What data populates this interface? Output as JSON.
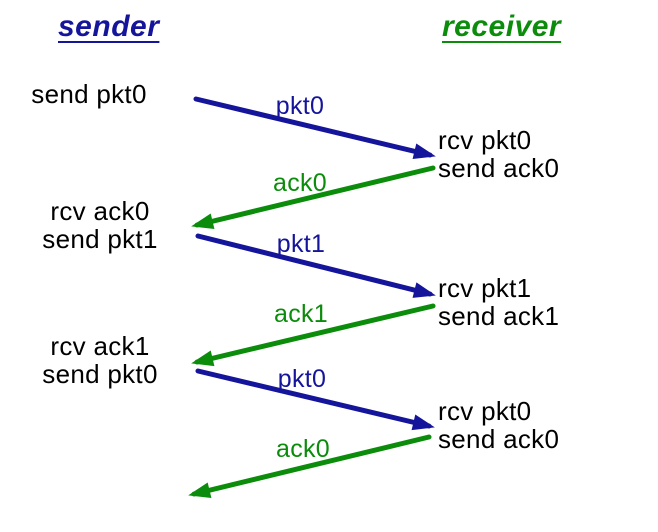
{
  "headers": {
    "sender": "sender",
    "receiver": "receiver"
  },
  "colors": {
    "packet_blue": "#15159B",
    "ack_green": "#0B8C0B",
    "event_text": "#000000",
    "background": "#FFFFFF"
  },
  "sender_events": [
    {
      "lines": [
        "send pkt0"
      ]
    },
    {
      "lines": [
        "rcv ack0",
        "send pkt1"
      ]
    },
    {
      "lines": [
        "rcv ack1",
        "send pkt0"
      ]
    }
  ],
  "receiver_events": [
    {
      "lines": [
        "rcv pkt0",
        "send ack0"
      ]
    },
    {
      "lines": [
        "rcv pkt1",
        "send ack1"
      ]
    },
    {
      "lines": [
        "rcv pkt0",
        "send ack0"
      ]
    }
  ],
  "messages": [
    {
      "label": "pkt0",
      "kind": "packet",
      "from": "sender",
      "to": "receiver"
    },
    {
      "label": "ack0",
      "kind": "ack",
      "from": "receiver",
      "to": "sender"
    },
    {
      "label": "pkt1",
      "kind": "packet",
      "from": "sender",
      "to": "receiver"
    },
    {
      "label": "ack1",
      "kind": "ack",
      "from": "receiver",
      "to": "sender"
    },
    {
      "label": "pkt0",
      "kind": "packet",
      "from": "sender",
      "to": "receiver"
    },
    {
      "label": "ack0",
      "kind": "ack",
      "from": "receiver",
      "to": "sender"
    }
  ]
}
